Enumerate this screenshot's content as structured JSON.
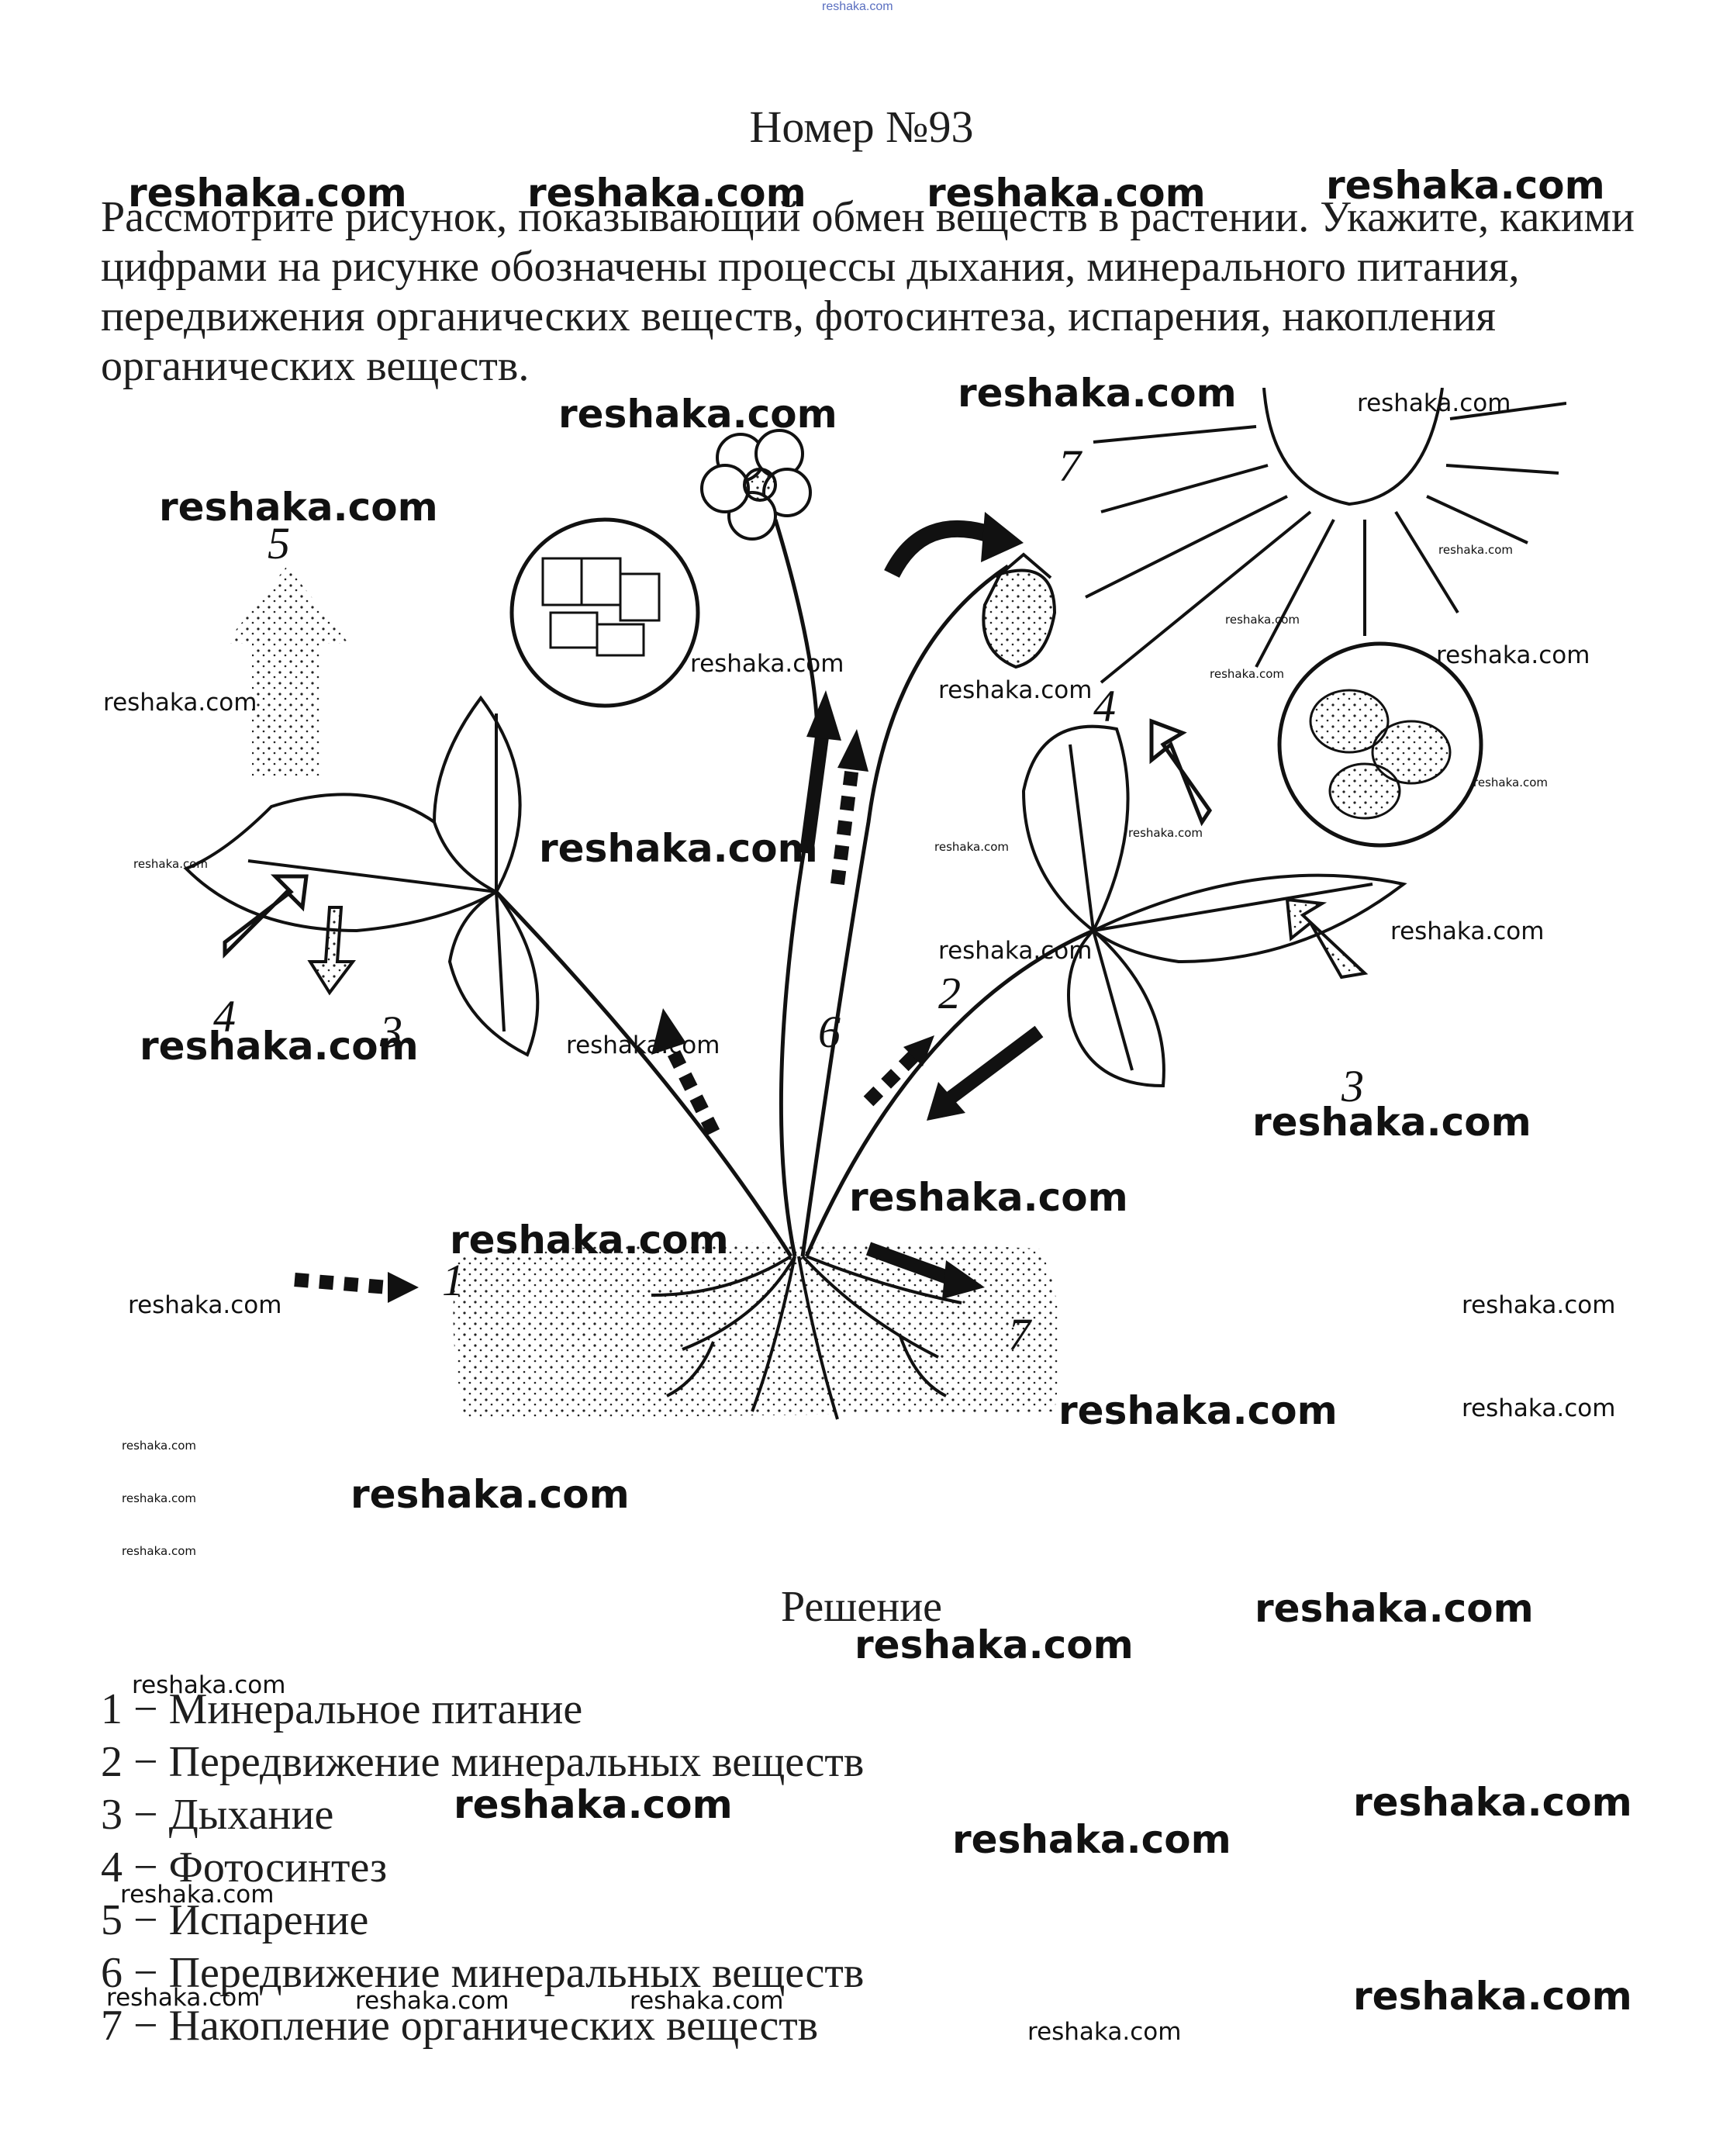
{
  "header": {
    "site_mark": "reshaka.com",
    "title": "Номер №93"
  },
  "task": {
    "text": "Рассмотрите рисунок, показывающий обмен веществ в растении. Укажите, какими цифрами на рисунке обозначены процессы дыхания, минерального питания, передвижения органических веществ, фотосинтеза, испарения, накопления органических веществ."
  },
  "figure": {
    "labels": [
      "1",
      "2",
      "3",
      "3",
      "4",
      "4",
      "5",
      "6",
      "7",
      "7"
    ]
  },
  "solution": {
    "title": "Решение",
    "answers": [
      "1 − Минеральное питание",
      "2 − Передвижение минеральных веществ",
      "3 − Дыхание",
      "4 − Фотосинтез",
      "5 − Испарение",
      "6 − Передвижение минеральных веществ",
      "7 − Накопление органических веществ"
    ]
  },
  "watermark": {
    "text": "reshaka.com"
  }
}
